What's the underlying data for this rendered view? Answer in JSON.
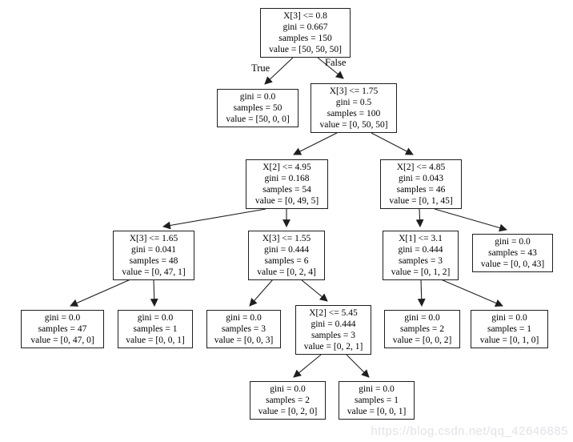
{
  "diagram_type": "decision-tree",
  "colors": {
    "node_border": "#1f1f1f",
    "node_background": "#ffffff",
    "edge": "#1f1f1f",
    "text": "#000000",
    "watermark": "#e2e2e9"
  },
  "watermark": "https://blog.csdn.net/qq_42646885",
  "nodes": [
    {
      "id": 0,
      "condition": "X[3] <= 0.8",
      "gini": "gini = 0.667",
      "samples": "samples = 150",
      "value": "value = [50, 50, 50]"
    },
    {
      "id": 1,
      "gini": "gini = 0.0",
      "samples": "samples = 50",
      "value": "value = [50, 0, 0]"
    },
    {
      "id": 2,
      "condition": "X[3] <= 1.75",
      "gini": "gini = 0.5",
      "samples": "samples = 100",
      "value": "value = [0, 50, 50]"
    },
    {
      "id": 3,
      "condition": "X[2] <= 4.95",
      "gini": "gini = 0.168",
      "samples": "samples = 54",
      "value": "value = [0, 49, 5]"
    },
    {
      "id": 4,
      "condition": "X[2] <= 4.85",
      "gini": "gini = 0.043",
      "samples": "samples = 46",
      "value": "value = [0, 1, 45]"
    },
    {
      "id": 5,
      "condition": "X[3] <= 1.65",
      "gini": "gini = 0.041",
      "samples": "samples = 48",
      "value": "value = [0, 47, 1]"
    },
    {
      "id": 6,
      "condition": "X[3] <= 1.55",
      "gini": "gini = 0.444",
      "samples": "samples = 6",
      "value": "value = [0, 2, 4]"
    },
    {
      "id": 7,
      "condition": "X[1] <= 3.1",
      "gini": "gini = 0.444",
      "samples": "samples = 3",
      "value": "value = [0, 1, 2]"
    },
    {
      "id": 8,
      "gini": "gini = 0.0",
      "samples": "samples = 43",
      "value": "value = [0, 0, 43]"
    },
    {
      "id": 9,
      "gini": "gini = 0.0",
      "samples": "samples = 47",
      "value": "value = [0, 47, 0]"
    },
    {
      "id": 10,
      "gini": "gini = 0.0",
      "samples": "samples = 1",
      "value": "value = [0, 0, 1]"
    },
    {
      "id": 11,
      "gini": "gini = 0.0",
      "samples": "samples = 3",
      "value": "value = [0, 0, 3]"
    },
    {
      "id": 12,
      "condition": "X[2] <= 5.45",
      "gini": "gini = 0.444",
      "samples": "samples = 3",
      "value": "value = [0, 2, 1]"
    },
    {
      "id": 13,
      "gini": "gini = 0.0",
      "samples": "samples = 2",
      "value": "value = [0, 0, 2]"
    },
    {
      "id": 14,
      "gini": "gini = 0.0",
      "samples": "samples = 1",
      "value": "value = [0, 1, 0]"
    },
    {
      "id": 15,
      "gini": "gini = 0.0",
      "samples": "samples = 2",
      "value": "value = [0, 2, 0]"
    },
    {
      "id": 16,
      "gini": "gini = 0.0",
      "samples": "samples = 1",
      "value": "value = [0, 0, 1]"
    }
  ],
  "edges": [
    {
      "from": 0,
      "to": 1,
      "label": "True"
    },
    {
      "from": 0,
      "to": 2,
      "label": "False"
    },
    {
      "from": 2,
      "to": 3
    },
    {
      "from": 2,
      "to": 4
    },
    {
      "from": 3,
      "to": 5
    },
    {
      "from": 3,
      "to": 6
    },
    {
      "from": 4,
      "to": 7
    },
    {
      "from": 4,
      "to": 8
    },
    {
      "from": 5,
      "to": 9
    },
    {
      "from": 5,
      "to": 10
    },
    {
      "from": 6,
      "to": 11
    },
    {
      "from": 6,
      "to": 12
    },
    {
      "from": 7,
      "to": 13
    },
    {
      "from": 7,
      "to": 14
    },
    {
      "from": 12,
      "to": 15
    },
    {
      "from": 12,
      "to": 16
    }
  ]
}
